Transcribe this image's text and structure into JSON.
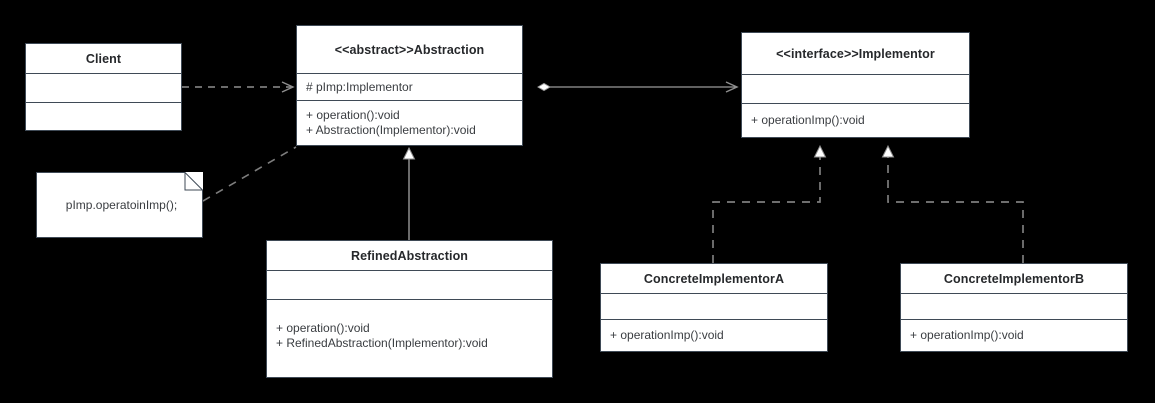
{
  "diagram": {
    "title": "Bridge pattern UML class diagram",
    "background_color": "#000000",
    "box_fill": "#ffffff",
    "box_border": "#3f4a56",
    "edge_color": "#8a8a8a",
    "dashed_edge_color": "#7d7d7d"
  },
  "classes": {
    "client": {
      "name": "Client",
      "attributes": "",
      "operations": ""
    },
    "abstraction": {
      "name": "<<abstract>>Abstraction",
      "attributes": "# pImp:Implementor",
      "operations": "+ operation():void\n+ Abstraction(Implementor):void"
    },
    "implementor": {
      "name": "<<interface>>Implementor",
      "attributes": "",
      "operations": "+ operationImp():void"
    },
    "refined_abstraction": {
      "name": "RefinedAbstraction",
      "attributes": "",
      "operations": "+ operation():void\n+ RefinedAbstraction(Implementor):void"
    },
    "concrete_implementor_a": {
      "name": "ConcreteImplementorA",
      "attributes": "",
      "operations": "+ operationImp():void"
    },
    "concrete_implementor_b": {
      "name": "ConcreteImplementorB",
      "attributes": "",
      "operations": "+ operationImp():void"
    }
  },
  "note": {
    "text": "pImp.operatoinImp();"
  },
  "relationships": [
    {
      "name": "client-uses-abstraction",
      "type": "dependency",
      "from": "Client",
      "to": "Abstraction",
      "style": "dashed-open-arrow"
    },
    {
      "name": "abstraction-aggregates-implementor",
      "type": "aggregation",
      "from": "Abstraction",
      "to": "Implementor",
      "style": "solid-diamond-open-arrow"
    },
    {
      "name": "refinedabstraction-extends-abstraction",
      "type": "generalization",
      "from": "RefinedAbstraction",
      "to": "Abstraction",
      "style": "solid-hollow-triangle"
    },
    {
      "name": "concreteimplementora-realizes-implementor",
      "type": "realization",
      "from": "ConcreteImplementorA",
      "to": "Implementor",
      "style": "dashed-hollow-triangle"
    },
    {
      "name": "concreteimplementorb-realizes-implementor",
      "type": "realization",
      "from": "ConcreteImplementorB",
      "to": "Implementor",
      "style": "dashed-hollow-triangle"
    },
    {
      "name": "note-anchor-abstraction",
      "type": "note-link",
      "from": "Note",
      "to": "Abstraction",
      "style": "dashed-line"
    }
  ]
}
